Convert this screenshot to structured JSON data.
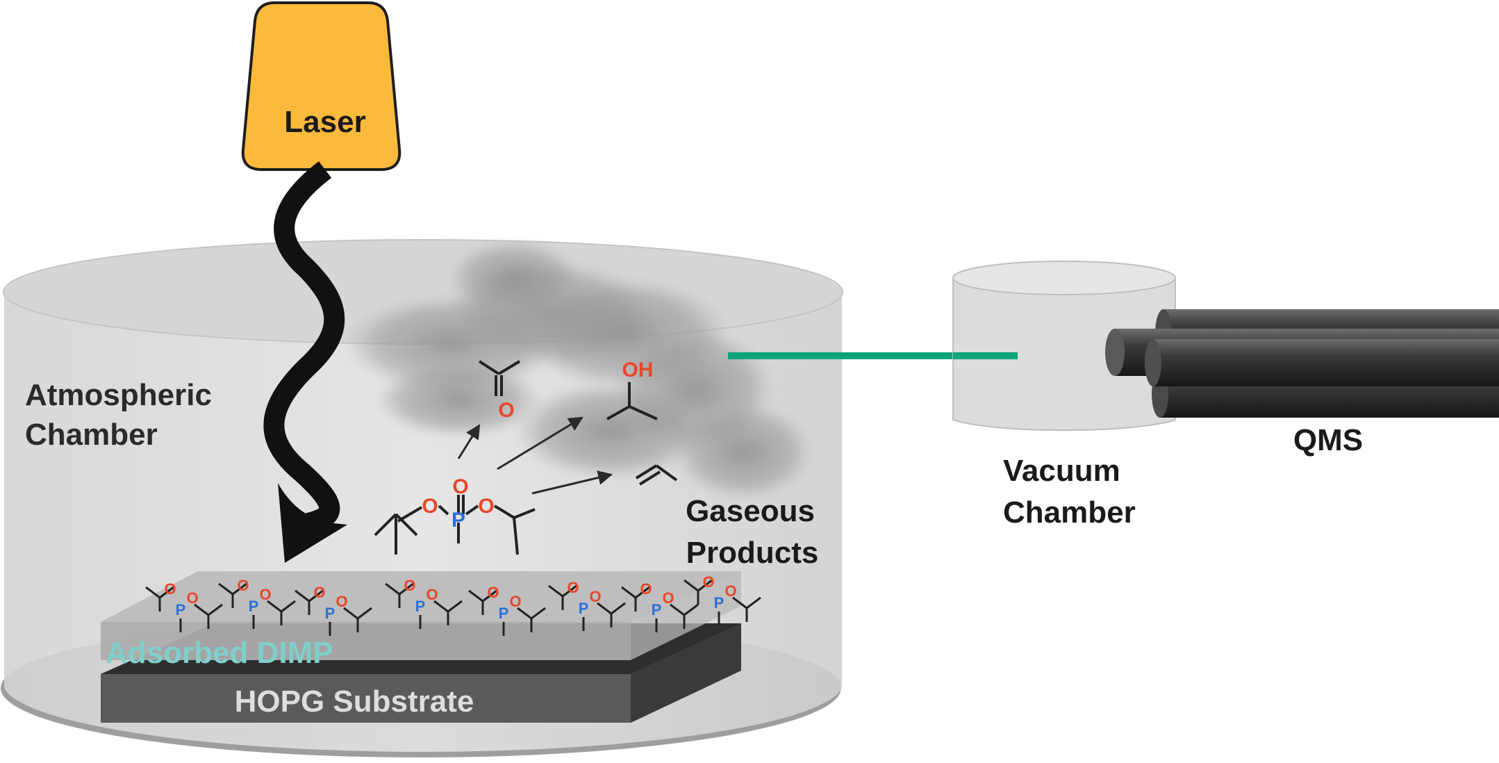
{
  "labels": {
    "laser": "Laser",
    "atmospheric_chamber_line1": "Atmospheric",
    "atmospheric_chamber_line2": "Chamber",
    "gaseous_products_line1": "Gaseous",
    "gaseous_products_line2": "Products",
    "adsorbed": "Adsorbed DIMP",
    "substrate": "HOPG Substrate",
    "vacuum_chamber_line1": "Vacuum",
    "vacuum_chamber_line2": "Chamber",
    "qms": "QMS"
  },
  "atoms": {
    "oxygen": "O",
    "phosphorus": "P",
    "hydroxyl": "OH"
  },
  "colors": {
    "laser_fill": "#FBBA3C",
    "oxygen": "#E8472A",
    "phosphorus": "#2F6FD6",
    "connector": "#0BA37A",
    "adsorbed_text": "#7FCFCB",
    "substrate_text": "#DDDDDD",
    "bonds": "#222222"
  },
  "icons": {
    "laser": "laser-source-icon",
    "beam": "wavy-arrow-icon",
    "cloud": "gas-cloud-icon",
    "qms": "quadrupole-rods-icon"
  }
}
